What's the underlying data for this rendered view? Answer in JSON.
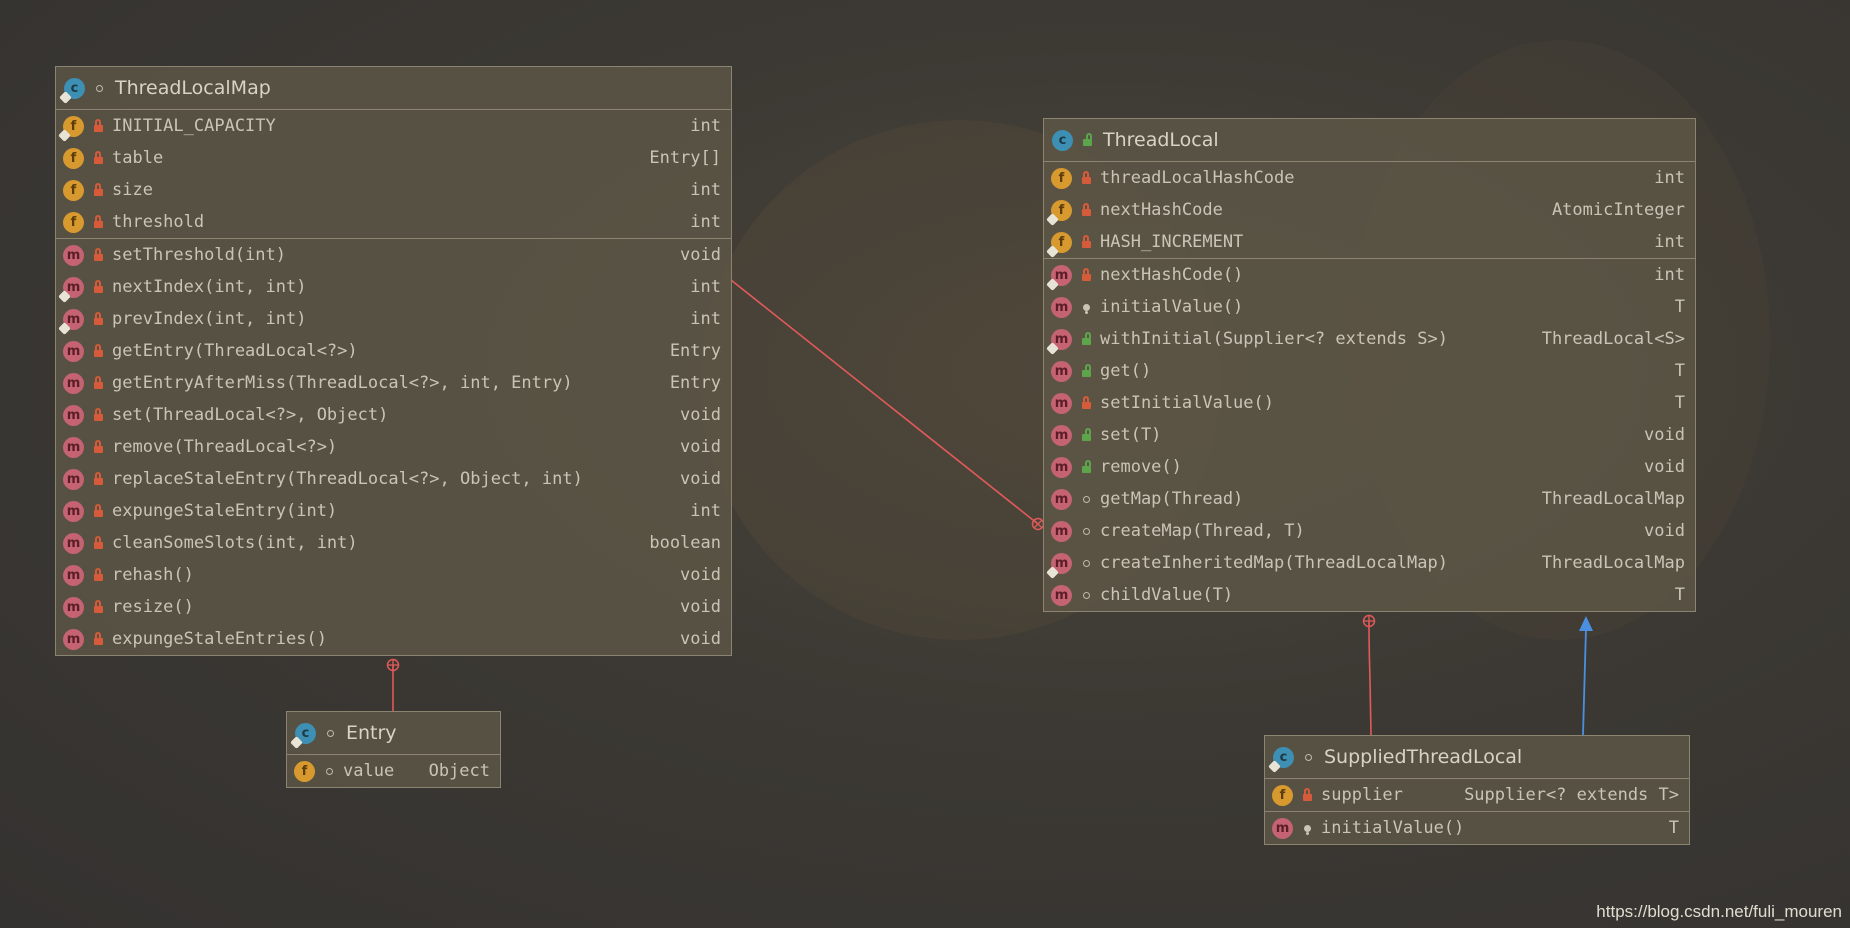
{
  "classes": {
    "thread_local_map": {
      "name": "ThreadLocalMap",
      "fields": [
        {
          "name": "INITIAL_CAPACITY",
          "type": "int",
          "vis": "private",
          "static": true
        },
        {
          "name": "table",
          "type": "Entry[]",
          "vis": "private",
          "static": false
        },
        {
          "name": "size",
          "type": "int",
          "vis": "private",
          "static": false
        },
        {
          "name": "threshold",
          "type": "int",
          "vis": "private",
          "static": false
        }
      ],
      "methods": [
        {
          "name": "setThreshold(int)",
          "type": "void",
          "vis": "private",
          "static": false
        },
        {
          "name": "nextIndex(int, int)",
          "type": "int",
          "vis": "private",
          "static": true
        },
        {
          "name": "prevIndex(int, int)",
          "type": "int",
          "vis": "private",
          "static": true
        },
        {
          "name": "getEntry(ThreadLocal<?>)",
          "type": "Entry",
          "vis": "private",
          "static": false
        },
        {
          "name": "getEntryAfterMiss(ThreadLocal<?>, int, Entry)",
          "type": "Entry",
          "vis": "private",
          "static": false
        },
        {
          "name": "set(ThreadLocal<?>, Object)",
          "type": "void",
          "vis": "private",
          "static": false
        },
        {
          "name": "remove(ThreadLocal<?>)",
          "type": "void",
          "vis": "private",
          "static": false
        },
        {
          "name": "replaceStaleEntry(ThreadLocal<?>, Object, int)",
          "type": "void",
          "vis": "private",
          "static": false
        },
        {
          "name": "expungeStaleEntry(int)",
          "type": "int",
          "vis": "private",
          "static": false
        },
        {
          "name": "cleanSomeSlots(int, int)",
          "type": "boolean",
          "vis": "private",
          "static": false
        },
        {
          "name": "rehash()",
          "type": "void",
          "vis": "private",
          "static": false
        },
        {
          "name": "resize()",
          "type": "void",
          "vis": "private",
          "static": false
        },
        {
          "name": "expungeStaleEntries()",
          "type": "void",
          "vis": "private",
          "static": false
        }
      ]
    },
    "thread_local": {
      "name": "ThreadLocal",
      "fields": [
        {
          "name": "threadLocalHashCode",
          "type": "int",
          "vis": "private",
          "static": false
        },
        {
          "name": "nextHashCode",
          "type": "AtomicInteger",
          "vis": "private",
          "static": true
        },
        {
          "name": "HASH_INCREMENT",
          "type": "int",
          "vis": "private",
          "static": true
        }
      ],
      "methods": [
        {
          "name": "nextHashCode()",
          "type": "int",
          "vis": "private",
          "static": true
        },
        {
          "name": "initialValue()",
          "type": "T",
          "vis": "protected",
          "static": false
        },
        {
          "name": "withInitial(Supplier<? extends S>)",
          "type": "ThreadLocal<S>",
          "vis": "public",
          "static": true
        },
        {
          "name": "get()",
          "type": "T",
          "vis": "public",
          "static": false
        },
        {
          "name": "setInitialValue()",
          "type": "T",
          "vis": "private",
          "static": false
        },
        {
          "name": "set(T)",
          "type": "void",
          "vis": "public",
          "static": false
        },
        {
          "name": "remove()",
          "type": "void",
          "vis": "public",
          "static": false
        },
        {
          "name": "getMap(Thread)",
          "type": "ThreadLocalMap",
          "vis": "package",
          "static": false
        },
        {
          "name": "createMap(Thread, T)",
          "type": "void",
          "vis": "package",
          "static": false
        },
        {
          "name": "createInheritedMap(ThreadLocalMap)",
          "type": "ThreadLocalMap",
          "vis": "package",
          "static": true
        },
        {
          "name": "childValue(T)",
          "type": "T",
          "vis": "package",
          "static": false
        }
      ]
    },
    "entry": {
      "name": "Entry",
      "fields": [
        {
          "name": "value",
          "type": "Object",
          "vis": "package",
          "static": false
        }
      ]
    },
    "supplied_thread_local": {
      "name": "SuppliedThreadLocal",
      "fields": [
        {
          "name": "supplier",
          "type": "Supplier<? extends T>",
          "vis": "private",
          "static": false
        }
      ],
      "methods": [
        {
          "name": "initialValue()",
          "type": "T",
          "vis": "protected",
          "static": false
        }
      ]
    }
  },
  "colors": {
    "inner_class_link": "#e05a5a",
    "inheritance_link": "#4a8fe0"
  },
  "watermark": "https://blog.csdn.net/fuli_mouren"
}
